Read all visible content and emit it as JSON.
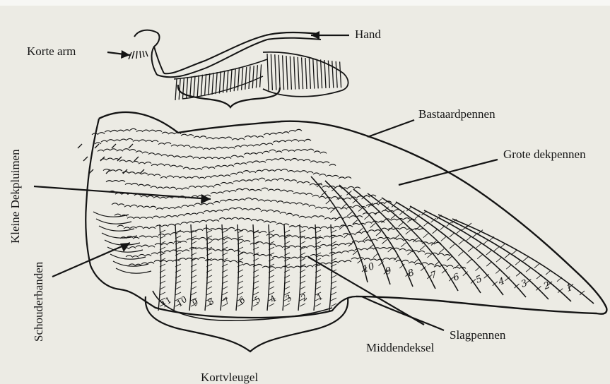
{
  "labels": {
    "korte_arm": "Korte arm",
    "hand": "Hand",
    "bastaardpennen": "Bastaardpennen",
    "grote_dekpennen": "Grote dekpennen",
    "kleine_dekpluimen": "Kleine Dekpluimen",
    "schouderbanden": "Schouderbanden",
    "slagpennen": "Slagpennen",
    "middendeksel": "Middendeksel",
    "kortvleugel": "Kortvleugel"
  },
  "feather_numbers": {
    "primaries": [
      "10",
      "9",
      "8",
      "7",
      "6",
      "5",
      "4",
      "3",
      "2",
      "1"
    ],
    "secondaries": [
      "11",
      "10",
      "9",
      "8",
      "7",
      "6",
      "5",
      "4",
      "3",
      "2",
      "1"
    ]
  },
  "colors": {
    "paper": "#ecebe4",
    "ink": "#141414"
  }
}
